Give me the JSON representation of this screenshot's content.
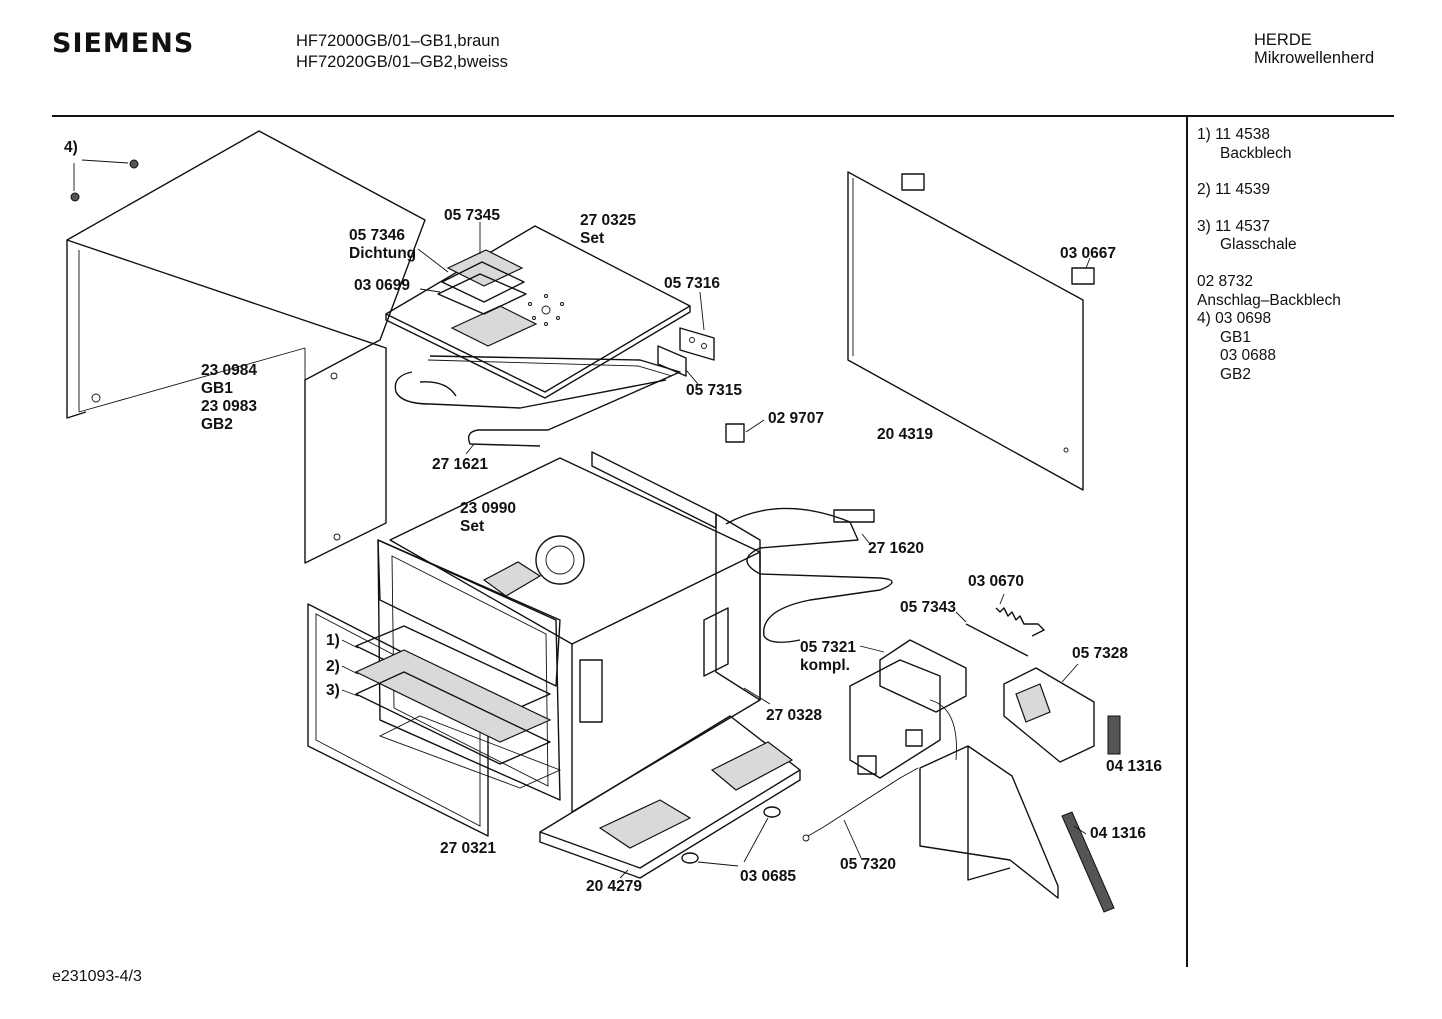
{
  "header": {
    "brand": "SIEMENS",
    "model_line_1": "HF72000GB/01–GB1,braun",
    "model_line_2": "HF72020GB/01–GB2,bweiss",
    "category_line_1": "HERDE",
    "category_line_2": "Mikrowellenherd"
  },
  "legend": {
    "items": [
      {
        "line1": "1)  11 4538",
        "line2": "Backblech"
      },
      {
        "line1": "2)  11 4539",
        "line2": ""
      },
      {
        "line1": "3)  11 4537",
        "line2": "Glasschale"
      }
    ],
    "anschlag_number": "02 8732",
    "anschlag_label": "Anschlag–Backblech",
    "item4_line": "4)  03 0698",
    "item4_gb1": "GB1",
    "item4_alt_number": "03 0688",
    "item4_gb2": "GB2"
  },
  "parts": {
    "p4": "4)",
    "p057345": "05 7345",
    "p270325": "27 0325",
    "p270325_set": "Set",
    "p057346": "05 7346",
    "p057346_dichtung": "Dichtung",
    "p030699": "03 0699",
    "p057316": "05 7316",
    "p057315": "05 7315",
    "p230984": "23 0984",
    "p230984_gb1": "GB1",
    "p230983": "23 0983",
    "p230983_gb2": "GB2",
    "p029707": "02 9707",
    "p271621": "27 1621",
    "p204319": "20 4319",
    "p030667": "03 0667",
    "p230990": "23 0990",
    "p230990_set": "Set",
    "p271620": "27 1620",
    "p030670": "03 0670",
    "p057343": "05 7343",
    "p057321": "05 7321",
    "p057321_kompl": "kompl.",
    "p057328": "05 7328",
    "p1": "1)",
    "p2": "2)",
    "p3": "3)",
    "p270328": "27 0328",
    "p041316_a": "04 1316",
    "p041316_b": "04 1316",
    "p270321": "27 0321",
    "p204279": "20 4279",
    "p030685": "03 0685",
    "p057320": "05 7320"
  },
  "footer": {
    "drawing_id": "e231093-4/3"
  }
}
